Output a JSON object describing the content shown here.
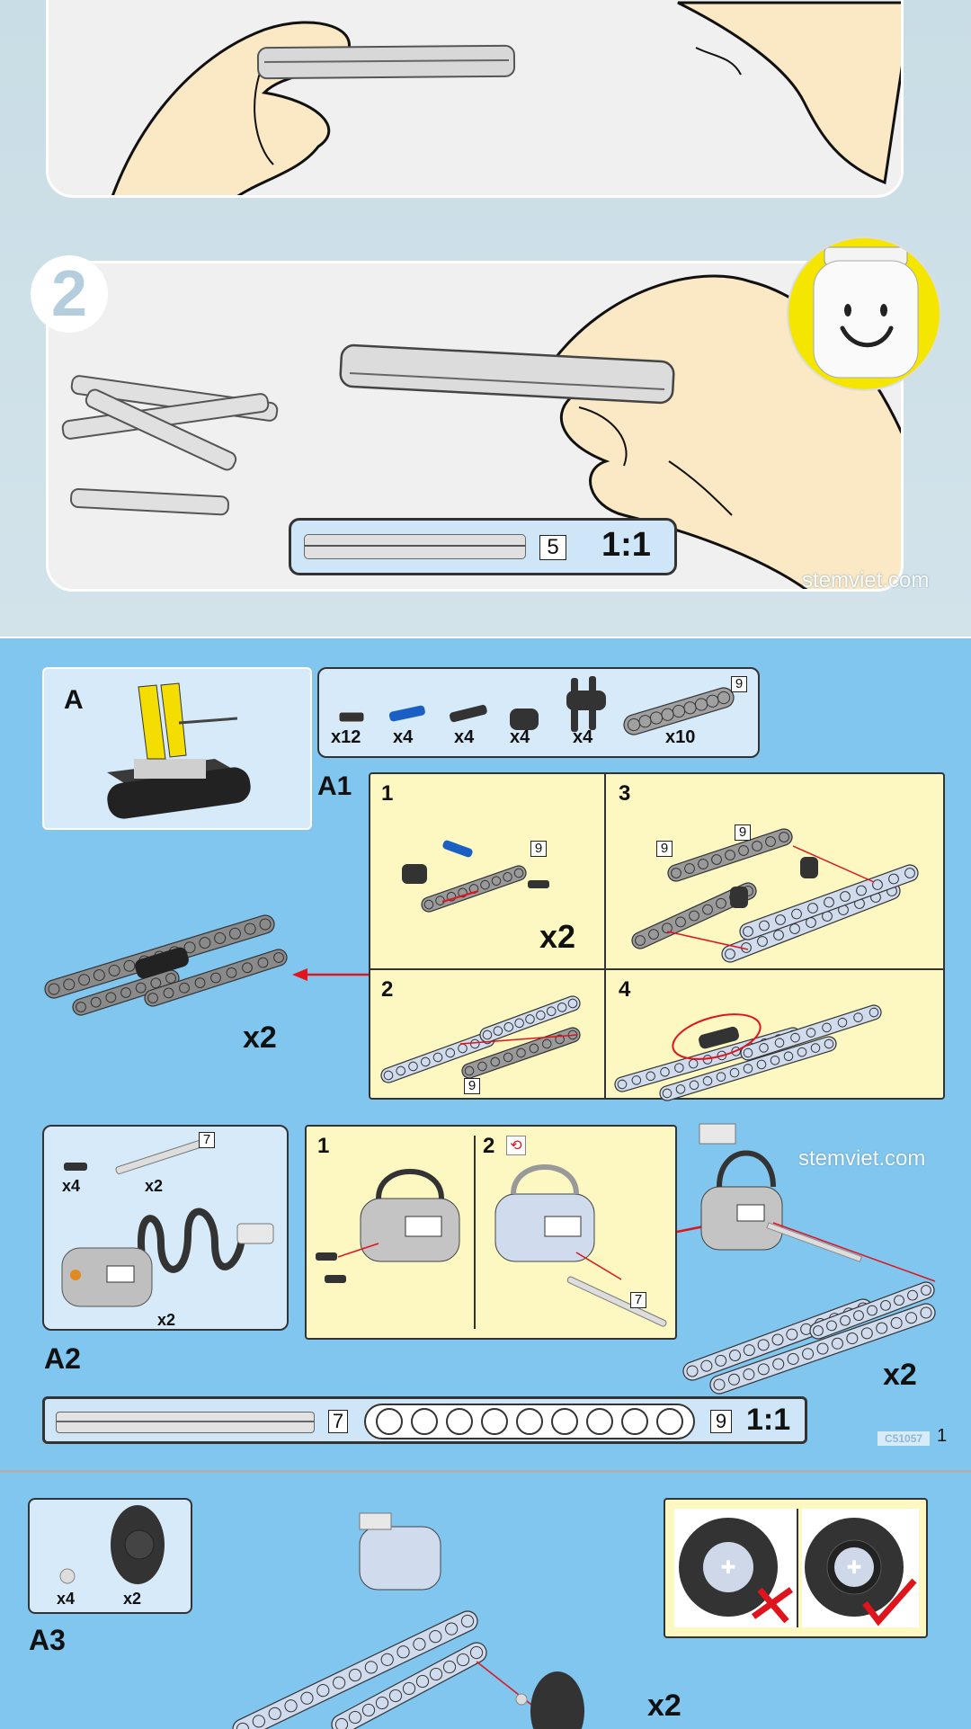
{
  "step1": {},
  "step2": {
    "number": "2",
    "part_length": "5",
    "scale": "1:1"
  },
  "watermark": "stemviet.com",
  "model_a": {
    "label": "A"
  },
  "a1": {
    "label": "A1",
    "parts": [
      {
        "name": "friction-pin-black-white",
        "qty": "x12"
      },
      {
        "name": "axle-pin-blue",
        "qty": "x4"
      },
      {
        "name": "axle-pin-black",
        "qty": "x4"
      },
      {
        "name": "pin-connector",
        "qty": "x4"
      },
      {
        "name": "cross-block",
        "qty": "x4"
      },
      {
        "name": "beam-9",
        "qty": "x10"
      }
    ],
    "beam_size": "9",
    "steps": [
      {
        "number": "1",
        "size": "9",
        "multiplier": "x2"
      },
      {
        "number": "2",
        "size": "9"
      },
      {
        "number": "3",
        "size_a": "9",
        "size_b": "9"
      },
      {
        "number": "4"
      }
    ],
    "result_multiplier": "x2"
  },
  "a2": {
    "label": "A2",
    "parts": [
      {
        "name": "pin",
        "qty": "x4"
      },
      {
        "name": "axle-7",
        "qty": "x2",
        "size": "7"
      },
      {
        "name": "motor",
        "qty": "x2"
      }
    ],
    "steps": [
      {
        "number": "1"
      },
      {
        "number": "2",
        "size": "7"
      }
    ],
    "result_multiplier": "x2"
  },
  "scale_bar": {
    "axle_size": "7",
    "beam_size": "9",
    "scale": "1:1"
  },
  "footer": {
    "code": "C51057",
    "page": "1"
  },
  "a3": {
    "label": "A3",
    "parts": [
      {
        "name": "bush",
        "qty": "x4"
      },
      {
        "name": "wheel",
        "qty": "x2"
      }
    ],
    "result_multiplier": "x2"
  },
  "colors": {
    "sky": "#80c6ee",
    "panel_yellow": "#fdf7c2",
    "arrow_red": "#e0141c",
    "beam_grey": "#8a8a8a",
    "beam_light": "#d0dcee"
  }
}
